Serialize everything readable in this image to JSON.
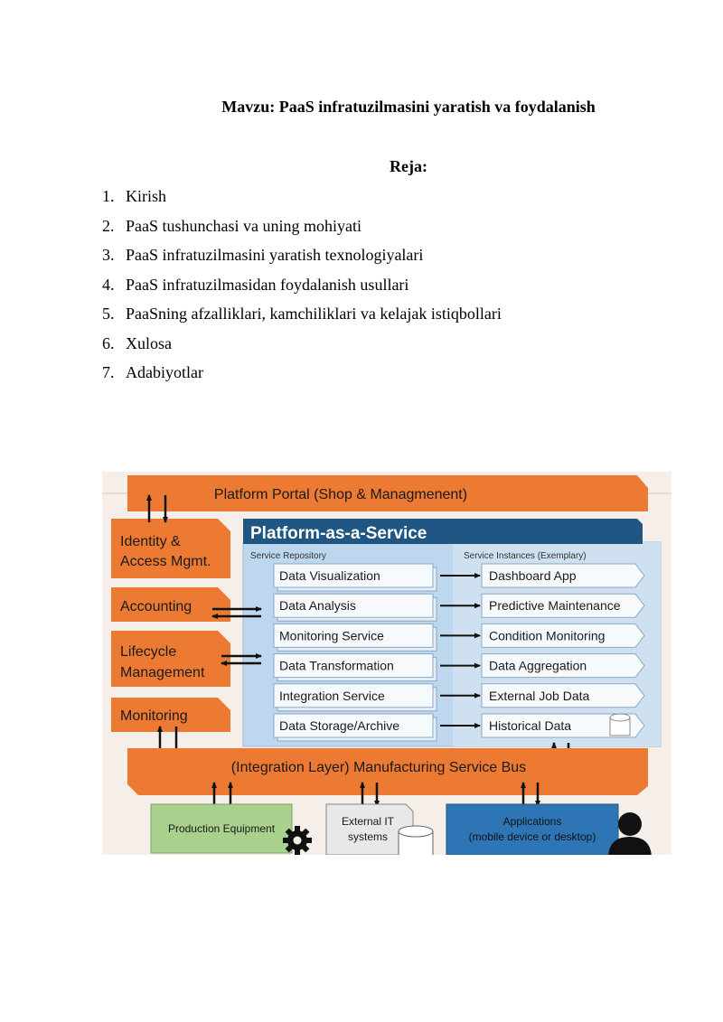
{
  "document": {
    "title": "Mavzu: PaaS infratuzilmasini yaratish va foydalanish",
    "plan_heading": "Reja:",
    "plan_items": [
      {
        "num": "1.",
        "text": "Kirish"
      },
      {
        "num": "2.",
        "text": "PaaS tushunchasi va uning mohiyati"
      },
      {
        "num": "3.",
        "text": "PaaS infratuzilmasini yaratish texnologiyalari"
      },
      {
        "num": "4.",
        "text": "PaaS infratuzilmasidan foydalanish usullari"
      },
      {
        "num": "5.",
        "text": "PaaSning afzalliklari, kamchiliklari va kelajak istiqbollari"
      },
      {
        "num": "6.",
        "text": "Xulosa"
      },
      {
        "num": "7.",
        "text": "Adabiyotlar"
      }
    ]
  },
  "diagram": {
    "portal": "Platform Portal (Shop & Managmenent)",
    "paas_title": "Platform-as-a-Service",
    "left_boxes": {
      "identity_1": "Identity &",
      "identity_2": "Access Mgmt.",
      "accounting": "Accounting",
      "lifecycle_1": "Lifecycle",
      "lifecycle_2": "Management",
      "monitoring": "Monitoring"
    },
    "repo_label": "Service Repository",
    "instances_label": "Service Instances (Exemplary)",
    "repository": [
      "Data Visualization",
      "Data Analysis",
      "Monitoring Service",
      "Data Transformation",
      "Integration Service",
      "Data Storage/Archive"
    ],
    "instances": [
      "Dashboard App",
      "Predictive Maintenance",
      "Condition Monitoring",
      "Data Aggregation",
      "External Job Data",
      "Historical Data"
    ],
    "bus": "(Integration Layer) Manufacturing Service Bus",
    "bottom": {
      "production": "Production Equipment",
      "external_1": "External IT",
      "external_2": "systems",
      "apps_1": "Applications",
      "apps_2": "(mobile device or desktop)"
    },
    "colors": {
      "orange": "#ec7a33",
      "dark_blue": "#1f5683",
      "light_blue": "#bdd7ee",
      "app_blue": "#2e75b6",
      "green": "#a9d18e"
    }
  }
}
